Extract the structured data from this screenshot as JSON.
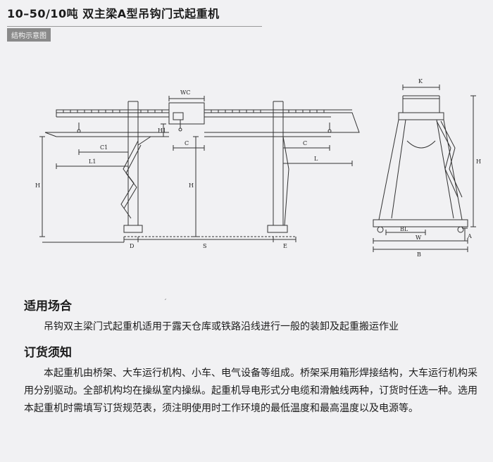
{
  "page": {
    "title": "10–50/10吨 双主梁A型吊钩门式起重机",
    "section_tag": "结构示意图"
  },
  "drawing": {
    "labels": {
      "wc": "WC",
      "c1": "C1",
      "l1": "L1",
      "c": "C",
      "h1": "H1",
      "h_left": "H",
      "h_mid": "H",
      "c_right": "C",
      "l_right": "L",
      "d": "D",
      "s": "S",
      "e": "E",
      "k": "K",
      "h_side": "H",
      "bl": "BL",
      "w": "W",
      "b": "B",
      "a": "A"
    }
  },
  "usage": {
    "heading": "适用场合",
    "text": "吊钩双主梁门式起重机适用于露天仓库或铁路沿线进行一般的装卸及起重搬运作业"
  },
  "order": {
    "heading": "订货须知",
    "text": "本起重机由桥架、大车运行机构、小车、电气设备等组成。桥架采用箱形焊接结构，大车运行机构采用分别驱动。全部机构均在操纵室内操纵。起重机导电形式分电缆和滑触线两种，订货时任选一种。选用本起重机时需填写订货规范表，须注明使用时工作环境的最低温度和最高温度以及电源等。"
  }
}
